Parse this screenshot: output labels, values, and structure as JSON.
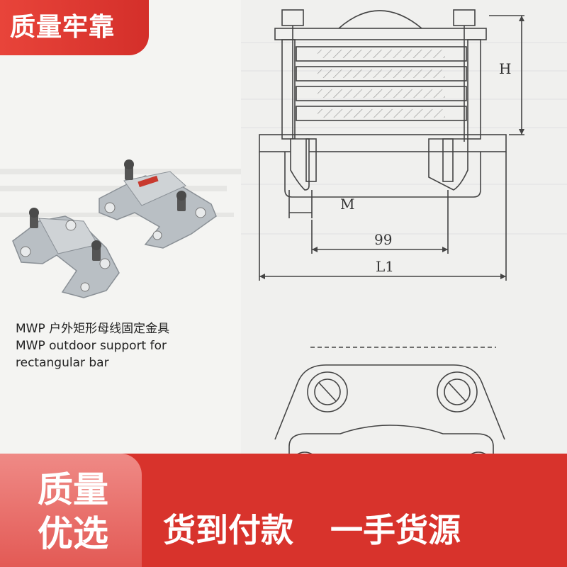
{
  "badge_top": {
    "text": "质量牢靠"
  },
  "caption": {
    "line1": "MWP 户外矩形母线固定金具",
    "line2": "MWP outdoor support for",
    "line3": "rectangular bar"
  },
  "drawing": {
    "label_h": "H",
    "label_m": "M",
    "label_99": "99",
    "label_l1": "L1"
  },
  "quality_badge": {
    "line1": "质量",
    "line2": "优选"
  },
  "slogan": {
    "part1": "货到付款",
    "part2": "一手货源"
  },
  "colors": {
    "banner_red": "#d8332c",
    "badge_pink": "#e35a55"
  }
}
